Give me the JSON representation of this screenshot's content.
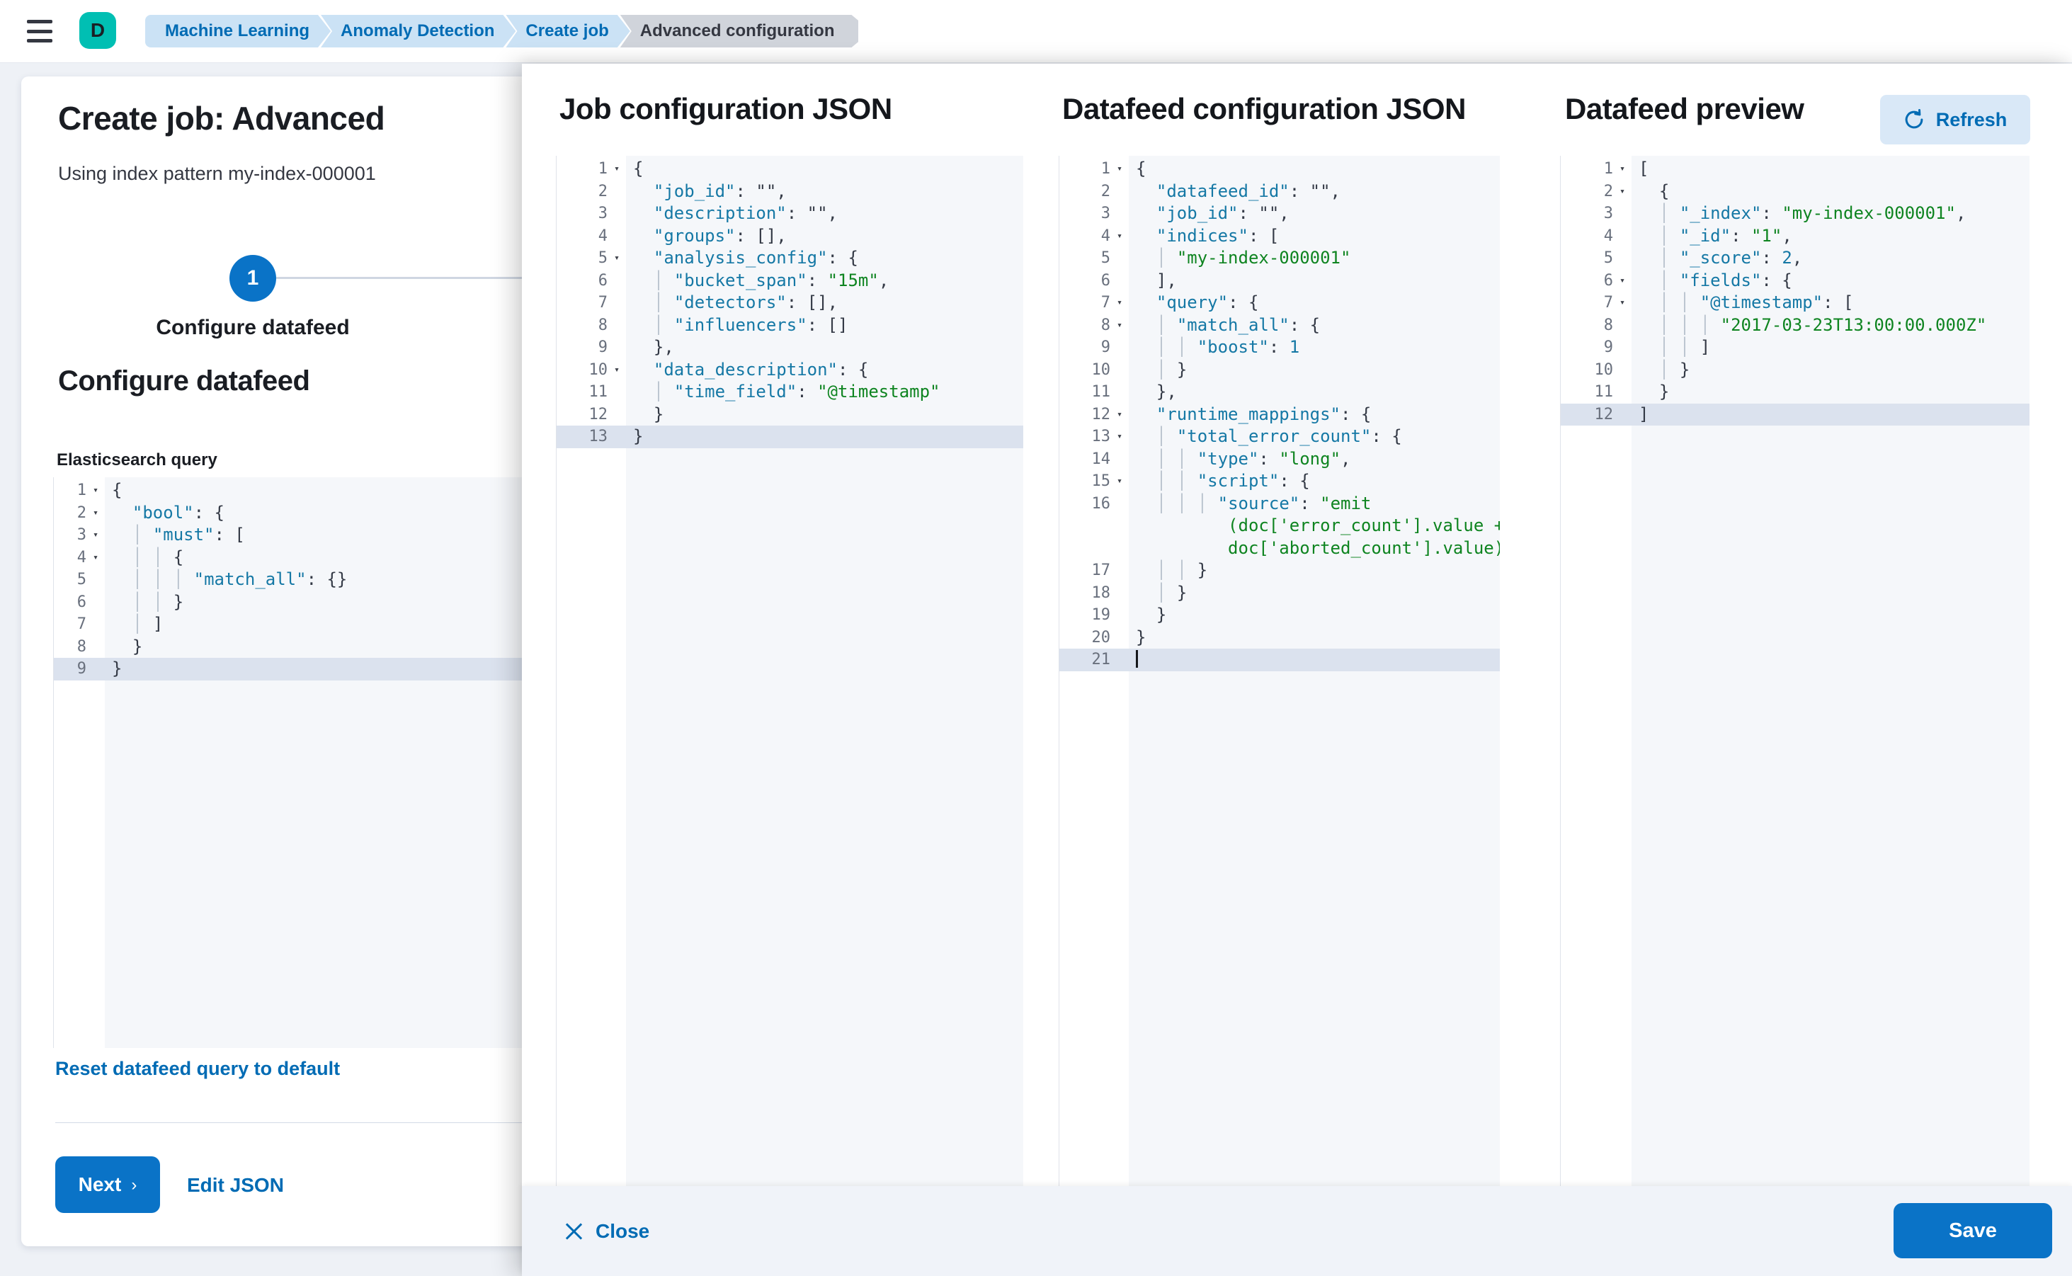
{
  "colors": {
    "accent": "#0a73c7",
    "link": "#006bb4",
    "teal": "#00bfb3",
    "page_bg": "#eef1f6",
    "bar_bg": "#f0f3f9",
    "editor_bg": "#f5f7fa",
    "gutter_bg": "#ffffff",
    "hl": "#dbe2ee",
    "guide": "#b9c3ce",
    "punct": "#343a46",
    "gutter_num": "#69707d",
    "code_key": "#1578a5",
    "code_str": "#0e8420",
    "code_num": "#1578a5",
    "chip_blue_bg": "#cbe2f5",
    "chip_gray_bg": "#d0d4db",
    "btn_soft": "#d9e8f7"
  },
  "header": {
    "avatar": "D",
    "breadcrumbs": [
      {
        "label": "Machine Learning"
      },
      {
        "label": "Anomaly Detection"
      },
      {
        "label": "Create job"
      },
      {
        "label": "Advanced configuration"
      }
    ]
  },
  "wizard": {
    "title": "Create job: Advanced",
    "subtitle": "Using index pattern my-index-000001",
    "step_number": "1",
    "step_label": "Configure datafeed",
    "section_heading": "Configure datafeed",
    "query_label": "Elasticsearch query",
    "reset_link": "Reset datafeed query to default",
    "next_button": "Next",
    "next_chevron": "›",
    "edit_json_link": "Edit JSON"
  },
  "flyout": {
    "columns": [
      {
        "heading": "Job configuration JSON"
      },
      {
        "heading": "Datafeed configuration JSON"
      },
      {
        "heading": "Datafeed preview"
      }
    ],
    "refresh_button": "Refresh",
    "close_button": "Close",
    "save_button": "Save"
  },
  "editors": {
    "es_query": {
      "rows": [
        {
          "n": "1",
          "f": 1,
          "segs": [
            [
              "p",
              "{"
            ]
          ]
        },
        {
          "n": "2",
          "f": 1,
          "segs": [
            [
              "w",
              "  "
            ],
            [
              "k",
              "\"bool\""
            ],
            [
              "p",
              ": {"
            ]
          ]
        },
        {
          "n": "3",
          "f": 1,
          "segs": [
            [
              "w",
              "  "
            ],
            [
              "g",
              "│ "
            ],
            [
              "k",
              "\"must\""
            ],
            [
              "p",
              ": ["
            ]
          ]
        },
        {
          "n": "4",
          "f": 1,
          "segs": [
            [
              "w",
              "  "
            ],
            [
              "g",
              "│ "
            ],
            [
              "g",
              "│ "
            ],
            [
              "p",
              "{"
            ]
          ]
        },
        {
          "n": "5",
          "segs": [
            [
              "w",
              "  "
            ],
            [
              "g",
              "│ "
            ],
            [
              "g",
              "│ "
            ],
            [
              "g",
              "│ "
            ],
            [
              "k",
              "\"match_all\""
            ],
            [
              "p",
              ": {}"
            ]
          ]
        },
        {
          "n": "6",
          "segs": [
            [
              "w",
              "  "
            ],
            [
              "g",
              "│ "
            ],
            [
              "g",
              "│ "
            ],
            [
              "p",
              "}"
            ]
          ]
        },
        {
          "n": "7",
          "segs": [
            [
              "w",
              "  "
            ],
            [
              "g",
              "│ "
            ],
            [
              "p",
              "]"
            ]
          ]
        },
        {
          "n": "8",
          "segs": [
            [
              "w",
              "  "
            ],
            [
              "p",
              "}"
            ]
          ]
        },
        {
          "n": "9",
          "h": 1,
          "segs": [
            [
              "p",
              "}"
            ]
          ]
        }
      ]
    },
    "job_config": {
      "rows": [
        {
          "n": "1",
          "f": 1,
          "segs": [
            [
              "p",
              "{"
            ]
          ]
        },
        {
          "n": "2",
          "segs": [
            [
              "w",
              "  "
            ],
            [
              "k",
              "\"job_id\""
            ],
            [
              "p",
              ": \"\","
            ]
          ]
        },
        {
          "n": "3",
          "segs": [
            [
              "w",
              "  "
            ],
            [
              "k",
              "\"description\""
            ],
            [
              "p",
              ": \"\","
            ]
          ]
        },
        {
          "n": "4",
          "segs": [
            [
              "w",
              "  "
            ],
            [
              "k",
              "\"groups\""
            ],
            [
              "p",
              ": [],"
            ]
          ]
        },
        {
          "n": "5",
          "f": 1,
          "segs": [
            [
              "w",
              "  "
            ],
            [
              "k",
              "\"analysis_config\""
            ],
            [
              "p",
              ": {"
            ]
          ]
        },
        {
          "n": "6",
          "segs": [
            [
              "w",
              "  "
            ],
            [
              "g",
              "│ "
            ],
            [
              "k",
              "\"bucket_span\""
            ],
            [
              "p",
              ": "
            ],
            [
              "s",
              "\"15m\""
            ],
            [
              "p",
              ","
            ]
          ]
        },
        {
          "n": "7",
          "segs": [
            [
              "w",
              "  "
            ],
            [
              "g",
              "│ "
            ],
            [
              "k",
              "\"detectors\""
            ],
            [
              "p",
              ": [],"
            ]
          ]
        },
        {
          "n": "8",
          "segs": [
            [
              "w",
              "  "
            ],
            [
              "g",
              "│ "
            ],
            [
              "k",
              "\"influencers\""
            ],
            [
              "p",
              ": []"
            ]
          ]
        },
        {
          "n": "9",
          "segs": [
            [
              "w",
              "  "
            ],
            [
              "p",
              "},"
            ]
          ]
        },
        {
          "n": "10",
          "f": 1,
          "segs": [
            [
              "w",
              "  "
            ],
            [
              "k",
              "\"data_description\""
            ],
            [
              "p",
              ": {"
            ]
          ]
        },
        {
          "n": "11",
          "segs": [
            [
              "w",
              "  "
            ],
            [
              "g",
              "│ "
            ],
            [
              "k",
              "\"time_field\""
            ],
            [
              "p",
              ": "
            ],
            [
              "s",
              "\"@timestamp\""
            ]
          ]
        },
        {
          "n": "12",
          "segs": [
            [
              "w",
              "  "
            ],
            [
              "p",
              "}"
            ]
          ]
        },
        {
          "n": "13",
          "h": 1,
          "segs": [
            [
              "p",
              "}"
            ]
          ]
        }
      ]
    },
    "datafeed_config": {
      "rows": [
        {
          "n": "1",
          "f": 1,
          "segs": [
            [
              "p",
              "{"
            ]
          ]
        },
        {
          "n": "2",
          "segs": [
            [
              "w",
              "  "
            ],
            [
              "k",
              "\"datafeed_id\""
            ],
            [
              "p",
              ": \"\","
            ]
          ]
        },
        {
          "n": "3",
          "segs": [
            [
              "w",
              "  "
            ],
            [
              "k",
              "\"job_id\""
            ],
            [
              "p",
              ": \"\","
            ]
          ]
        },
        {
          "n": "4",
          "f": 1,
          "segs": [
            [
              "w",
              "  "
            ],
            [
              "k",
              "\"indices\""
            ],
            [
              "p",
              ": ["
            ]
          ]
        },
        {
          "n": "5",
          "segs": [
            [
              "w",
              "  "
            ],
            [
              "g",
              "│ "
            ],
            [
              "s",
              "\"my-index-000001\""
            ]
          ]
        },
        {
          "n": "6",
          "segs": [
            [
              "w",
              "  "
            ],
            [
              "p",
              "],"
            ]
          ]
        },
        {
          "n": "7",
          "f": 1,
          "segs": [
            [
              "w",
              "  "
            ],
            [
              "k",
              "\"query\""
            ],
            [
              "p",
              ": {"
            ]
          ]
        },
        {
          "n": "8",
          "f": 1,
          "segs": [
            [
              "w",
              "  "
            ],
            [
              "g",
              "│ "
            ],
            [
              "k",
              "\"match_all\""
            ],
            [
              "p",
              ": {"
            ]
          ]
        },
        {
          "n": "9",
          "segs": [
            [
              "w",
              "  "
            ],
            [
              "g",
              "│ "
            ],
            [
              "g",
              "│ "
            ],
            [
              "k",
              "\"boost\""
            ],
            [
              "p",
              ": "
            ],
            [
              "n",
              "1"
            ]
          ]
        },
        {
          "n": "10",
          "segs": [
            [
              "w",
              "  "
            ],
            [
              "g",
              "│ "
            ],
            [
              "p",
              "}"
            ]
          ]
        },
        {
          "n": "11",
          "segs": [
            [
              "w",
              "  "
            ],
            [
              "p",
              "},"
            ]
          ]
        },
        {
          "n": "12",
          "f": 1,
          "segs": [
            [
              "w",
              "  "
            ],
            [
              "k",
              "\"runtime_mappings\""
            ],
            [
              "p",
              ": {"
            ]
          ]
        },
        {
          "n": "13",
          "f": 1,
          "segs": [
            [
              "w",
              "  "
            ],
            [
              "g",
              "│ "
            ],
            [
              "k",
              "\"total_error_count\""
            ],
            [
              "p",
              ": {"
            ]
          ]
        },
        {
          "n": "14",
          "segs": [
            [
              "w",
              "  "
            ],
            [
              "g",
              "│ "
            ],
            [
              "g",
              "│ "
            ],
            [
              "k",
              "\"type\""
            ],
            [
              "p",
              ": "
            ],
            [
              "s",
              "\"long\""
            ],
            [
              "p",
              ","
            ]
          ]
        },
        {
          "n": "15",
          "f": 1,
          "segs": [
            [
              "w",
              "  "
            ],
            [
              "g",
              "│ "
            ],
            [
              "g",
              "│ "
            ],
            [
              "k",
              "\"script\""
            ],
            [
              "p",
              ": {"
            ]
          ]
        },
        {
          "n": "16",
          "segs": [
            [
              "w",
              "  "
            ],
            [
              "g",
              "│ "
            ],
            [
              "g",
              "│ "
            ],
            [
              "g",
              "│ "
            ],
            [
              "k",
              "\"source\""
            ],
            [
              "p",
              ": "
            ],
            [
              "s",
              "\"emit"
            ]
          ]
        },
        {
          "segs": [
            [
              "w",
              "         "
            ],
            [
              "s",
              "(doc['error_count'].value +"
            ]
          ]
        },
        {
          "segs": [
            [
              "w",
              "         "
            ],
            [
              "s",
              "doc['aborted_count'].value)\""
            ]
          ]
        },
        {
          "n": "17",
          "segs": [
            [
              "w",
              "  "
            ],
            [
              "g",
              "│ "
            ],
            [
              "g",
              "│ "
            ],
            [
              "p",
              "}"
            ]
          ]
        },
        {
          "n": "18",
          "segs": [
            [
              "w",
              "  "
            ],
            [
              "g",
              "│ "
            ],
            [
              "p",
              "}"
            ]
          ]
        },
        {
          "n": "19",
          "segs": [
            [
              "w",
              "  "
            ],
            [
              "p",
              "}"
            ]
          ]
        },
        {
          "n": "20",
          "segs": [
            [
              "p",
              "}"
            ]
          ]
        },
        {
          "n": "21",
          "h": 1,
          "cursor": 1,
          "segs": []
        }
      ]
    },
    "datafeed_preview": {
      "rows": [
        {
          "n": "1",
          "f": 1,
          "segs": [
            [
              "p",
              "["
            ]
          ]
        },
        {
          "n": "2",
          "f": 1,
          "segs": [
            [
              "w",
              "  "
            ],
            [
              "p",
              "{"
            ]
          ]
        },
        {
          "n": "3",
          "segs": [
            [
              "w",
              "  "
            ],
            [
              "g",
              "│ "
            ],
            [
              "k",
              "\"_index\""
            ],
            [
              "p",
              ": "
            ],
            [
              "s",
              "\"my-index-000001\""
            ],
            [
              "p",
              ","
            ]
          ]
        },
        {
          "n": "4",
          "segs": [
            [
              "w",
              "  "
            ],
            [
              "g",
              "│ "
            ],
            [
              "k",
              "\"_id\""
            ],
            [
              "p",
              ": "
            ],
            [
              "s",
              "\"1\""
            ],
            [
              "p",
              ","
            ]
          ]
        },
        {
          "n": "5",
          "segs": [
            [
              "w",
              "  "
            ],
            [
              "g",
              "│ "
            ],
            [
              "k",
              "\"_score\""
            ],
            [
              "p",
              ": "
            ],
            [
              "n",
              "2"
            ],
            [
              "p",
              ","
            ]
          ]
        },
        {
          "n": "6",
          "f": 1,
          "segs": [
            [
              "w",
              "  "
            ],
            [
              "g",
              "│ "
            ],
            [
              "k",
              "\"fields\""
            ],
            [
              "p",
              ": {"
            ]
          ]
        },
        {
          "n": "7",
          "f": 1,
          "segs": [
            [
              "w",
              "  "
            ],
            [
              "g",
              "│ "
            ],
            [
              "g",
              "│ "
            ],
            [
              "k",
              "\"@timestamp\""
            ],
            [
              "p",
              ": ["
            ]
          ]
        },
        {
          "n": "8",
          "segs": [
            [
              "w",
              "  "
            ],
            [
              "g",
              "│ "
            ],
            [
              "g",
              "│ "
            ],
            [
              "g",
              "│ "
            ],
            [
              "s",
              "\"2017-03-23T13:00:00.000Z\""
            ]
          ]
        },
        {
          "n": "9",
          "segs": [
            [
              "w",
              "  "
            ],
            [
              "g",
              "│ "
            ],
            [
              "g",
              "│ "
            ],
            [
              "p",
              "]"
            ]
          ]
        },
        {
          "n": "10",
          "segs": [
            [
              "w",
              "  "
            ],
            [
              "g",
              "│ "
            ],
            [
              "p",
              "}"
            ]
          ]
        },
        {
          "n": "11",
          "segs": [
            [
              "w",
              "  "
            ],
            [
              "p",
              "}"
            ]
          ]
        },
        {
          "n": "12",
          "h": 1,
          "segs": [
            [
              "p",
              "]"
            ]
          ]
        }
      ]
    }
  }
}
